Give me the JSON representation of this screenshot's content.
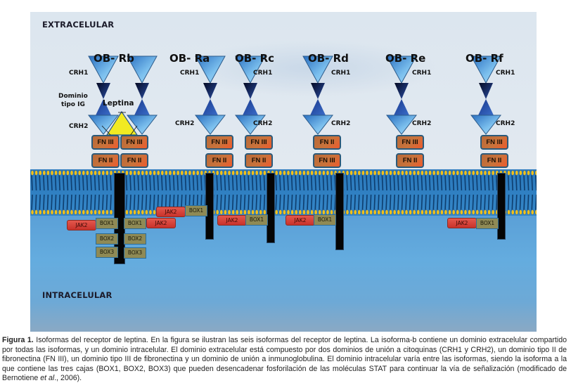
{
  "regions": {
    "extracellular": "EXTRACELULAR",
    "intracellular": "INTRACELULAR"
  },
  "colors": {
    "extracellular_bg": "#dde6ef",
    "membrane_blue": "#2f7fc0",
    "lipid_head": "#f2c21a",
    "intracellular_bg": "#62a8dc",
    "fn_box": "#c9733b",
    "jak2": "#d8443b",
    "box_domain": "#8f8a55",
    "leptin": "#f2ea22",
    "crh_triangle": "#6fb2e6",
    "ig_domain": "#1a2e6e",
    "transmembrane": "#050505"
  },
  "labels": {
    "crh1": "CRH1",
    "crh2": "CRH2",
    "ig_domain": "Dominio tipo IG",
    "ig_domain_line1": "Dominio",
    "ig_domain_line2": "tipo IG",
    "leptin": "Leptina"
  },
  "isoforms": [
    {
      "name": "OB- Rb",
      "dimer": true,
      "fn_upper": [
        "FN III",
        "FN III"
      ],
      "fn_lower": [
        "FN II",
        "FN II"
      ],
      "left_chain": [
        {
          "jak": "JAK2",
          "boxes": [
            "BOX1",
            "BOX2",
            "BOX3"
          ]
        }
      ],
      "right_chain": [
        {
          "jak": "JAK2",
          "boxes": [
            "BOX1",
            "BOX2",
            "BOX3"
          ]
        }
      ]
    },
    {
      "name": "OB- Ra",
      "dimer": false,
      "fn_upper": [
        "FN III"
      ],
      "fn_lower": [
        "FN II"
      ],
      "intracellular": {
        "jak": "JAK2",
        "boxes": [
          "BOX1"
        ]
      }
    },
    {
      "name": "OB- Rc",
      "dimer": false,
      "fn_upper": [
        "FN III"
      ],
      "fn_lower": [
        "FN II"
      ],
      "intracellular": {
        "jak": "JAK2",
        "boxes": [
          "BOX1"
        ]
      }
    },
    {
      "name": "OB- Rd",
      "dimer": false,
      "fn_upper": [
        "FN II"
      ],
      "fn_lower": [
        "FN III"
      ],
      "intracellular": {
        "jak": "JAK2",
        "boxes": [
          "BOX1"
        ]
      }
    },
    {
      "name": "OB- Re",
      "dimer": false,
      "fn_upper": [
        "FN III"
      ],
      "fn_lower": [
        "FN II"
      ],
      "intracellular": null
    },
    {
      "name": "OB- Rf",
      "dimer": false,
      "fn_upper": [
        "FN III"
      ],
      "fn_lower": [
        "FN II"
      ],
      "intracellular": {
        "jak": "JAK2",
        "boxes": [
          "BOX1"
        ]
      }
    }
  ],
  "caption": {
    "figure_label": "Figura 1.",
    "text_before_italic": " Isoformas del receptor de leptina. En la figura se ilustran las seis isoformas del receptor de leptina. La isoforma-b contiene un dominio extracelular compartido por todas las isoformas, y un dominio intracelular. El dominio extracelular está compuesto por dos dominios de unión a citoquinas (CRH1 y CRH2), un dominio tipo II de fibronectina (FN III), un dominio tipo III de fibronectina y un dominio de unión a inmunoglobulina. El dominio intracelular varía entre las isoformas, siendo la isoforma a la que contiene las tres cajas (BOX1, BOX2, BOX3) que pueden desencadenar fosforilación de las moléculas STAT para continuar la vía de señalización (modificado de Bernotiene ",
    "italic": "et al",
    "text_after_italic": "., 2006)."
  }
}
